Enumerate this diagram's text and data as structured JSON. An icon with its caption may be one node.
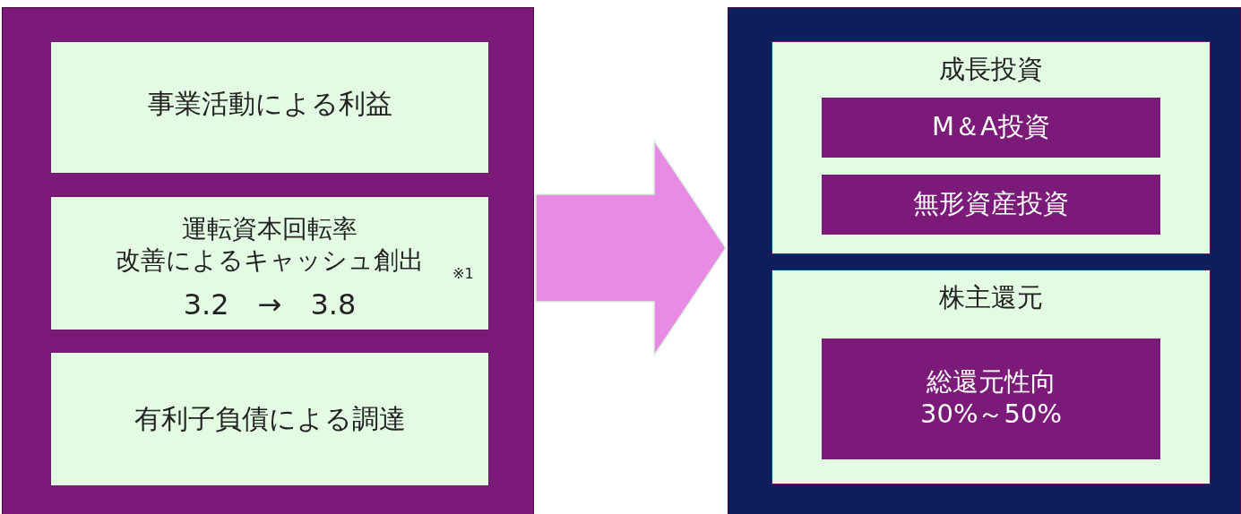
{
  "diagram": {
    "nodes": [
      {
        "text": [],
        "shape": "box"
      },
      {
        "text": [
          "事業活動による利益"
        ],
        "in": 0
      },
      {
        "text": [
          "運転資本回転率改善によるキャッシュ創出",
          "※1",
          "3.2　→　3.8"
        ],
        "in": 0
      },
      {
        "text": [
          "有利子負債による調達"
        ],
        "in": 0
      },
      {
        "text": [],
        "shape": "box"
      },
      {
        "text": [
          "成長投資"
        ],
        "in": 4
      },
      {
        "text": [
          "M＆A投資"
        ],
        "in": 5
      },
      {
        "text": [
          "無形資産投資"
        ],
        "in": 5
      },
      {
        "text": [
          "株主還元"
        ],
        "in": 4
      },
      {
        "text": [
          "総還元性向30%～50%"
        ],
        "in": 8
      }
    ],
    "edges": [
      {
        "from": 0,
        "to": 4,
        "arrow": "to"
      }
    ]
  }
}
